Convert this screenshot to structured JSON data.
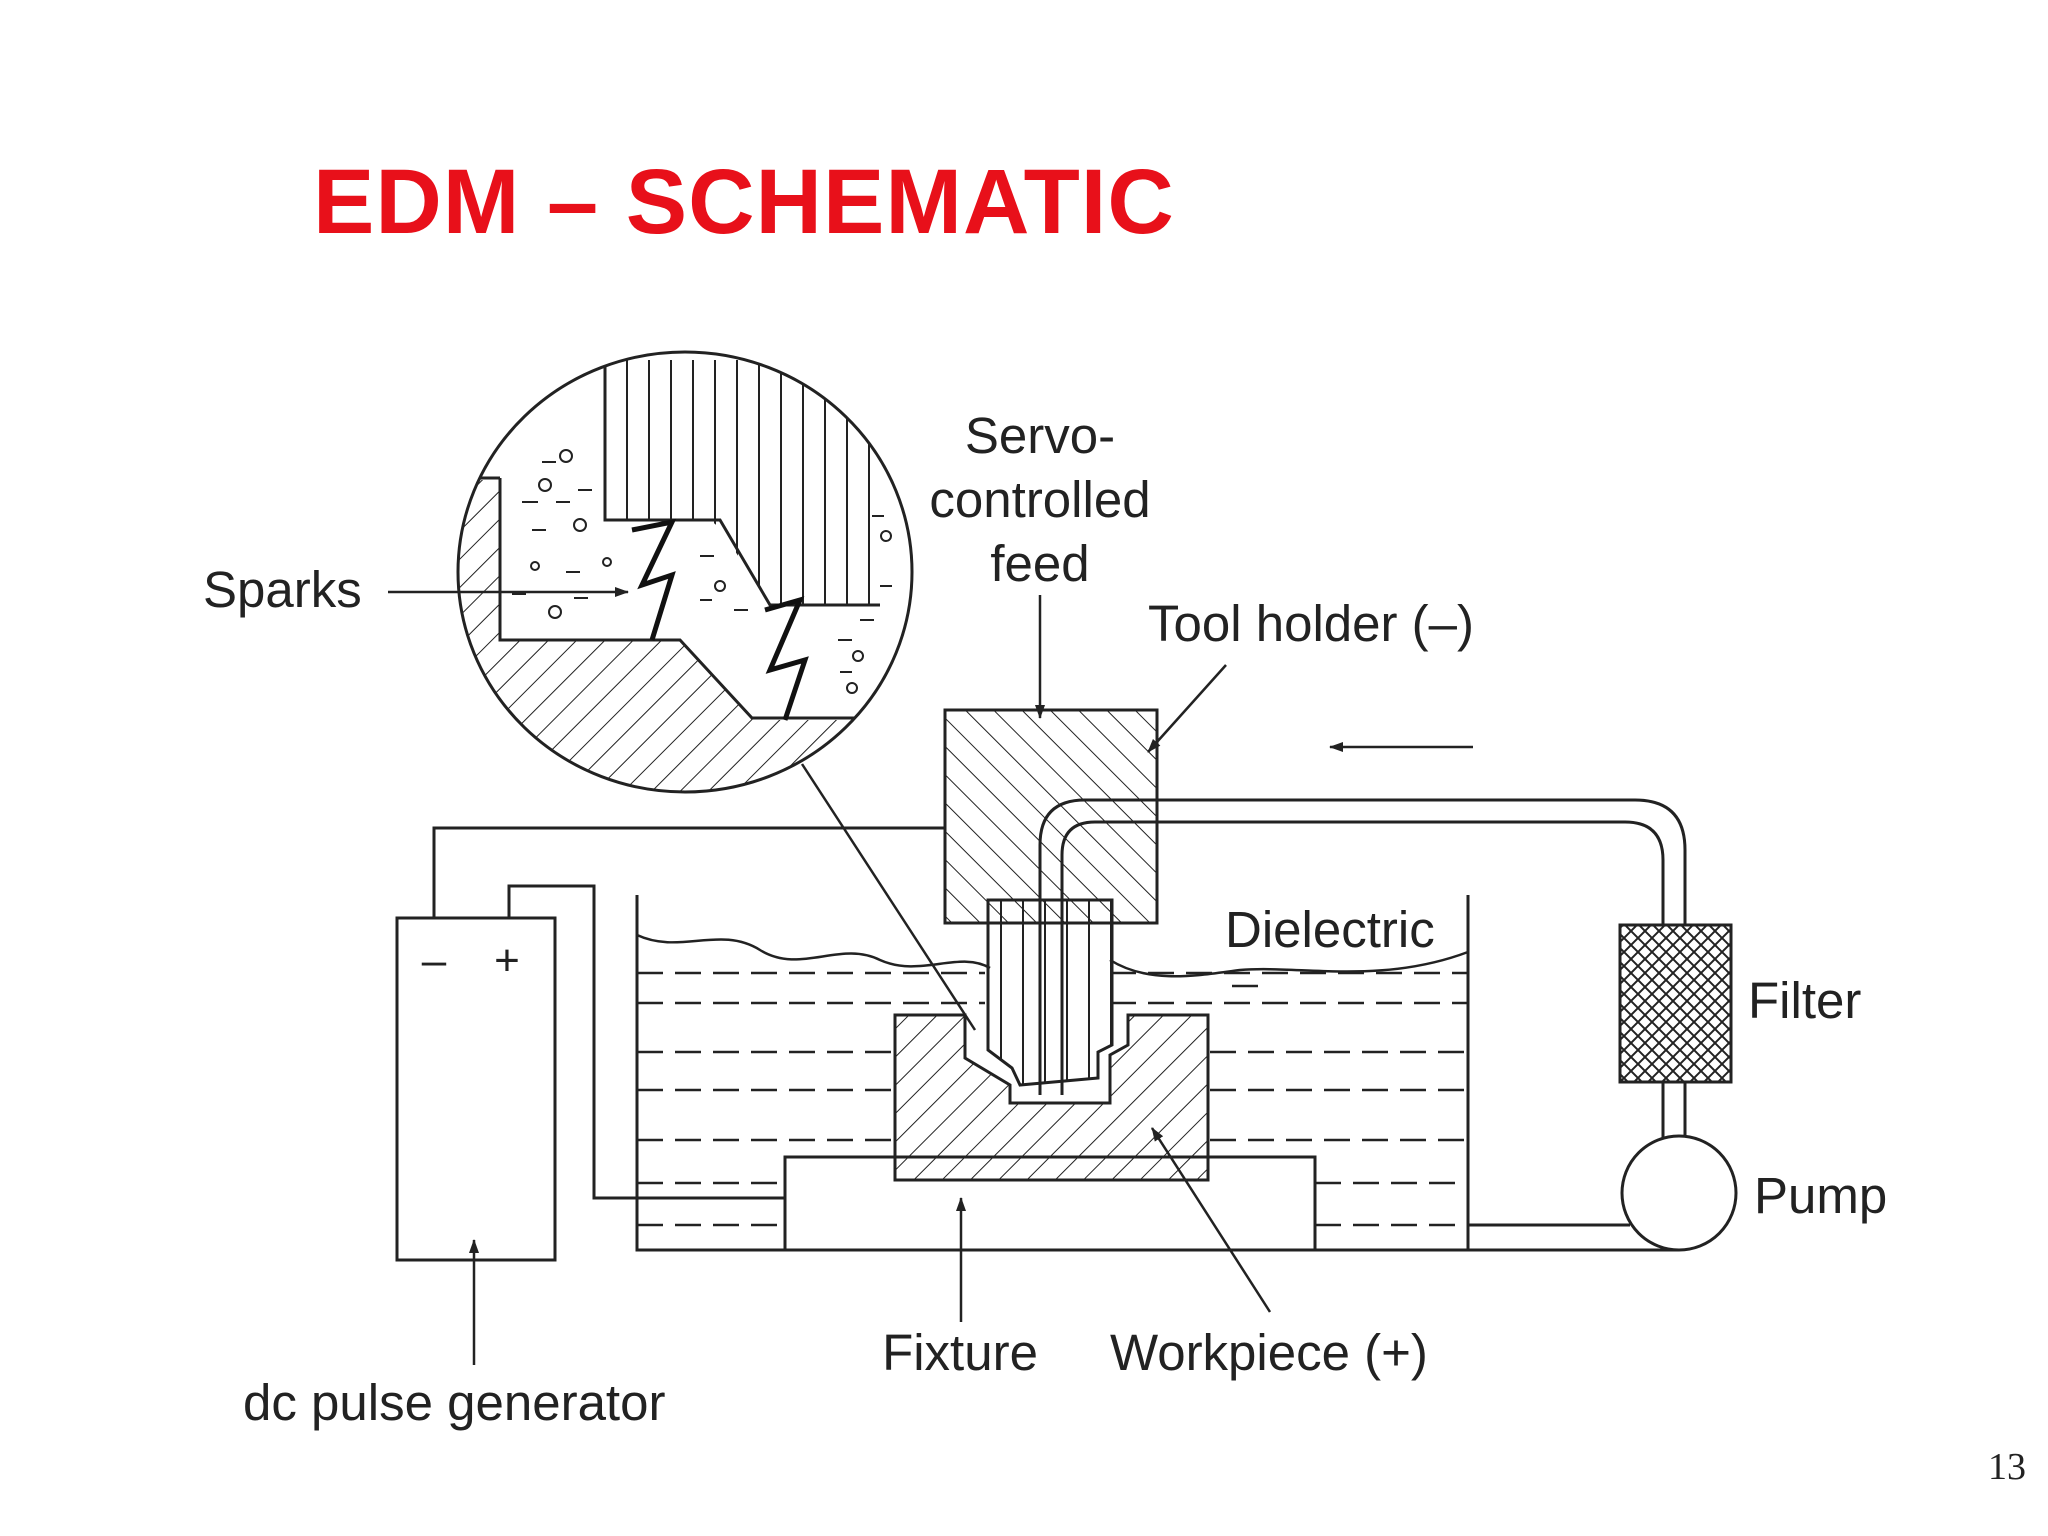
{
  "title": "EDM – SCHEMATIC",
  "labels": {
    "sparks": "Sparks",
    "servo_line1": "Servo-",
    "servo_line2": "controlled",
    "servo_line3": "feed",
    "tool_holder": "Tool holder (–)",
    "dielectric": "Dielectric",
    "filter": "Filter",
    "pump": "Pump",
    "fixture": "Fixture",
    "workpiece": "Workpiece (+)",
    "dc_pulse_generator": "dc pulse generator",
    "minus_sign": "–",
    "plus_sign": "+"
  },
  "page_number": "13",
  "colors": {
    "title": "#e8101a",
    "ink": "#222222",
    "background": "#ffffff"
  }
}
